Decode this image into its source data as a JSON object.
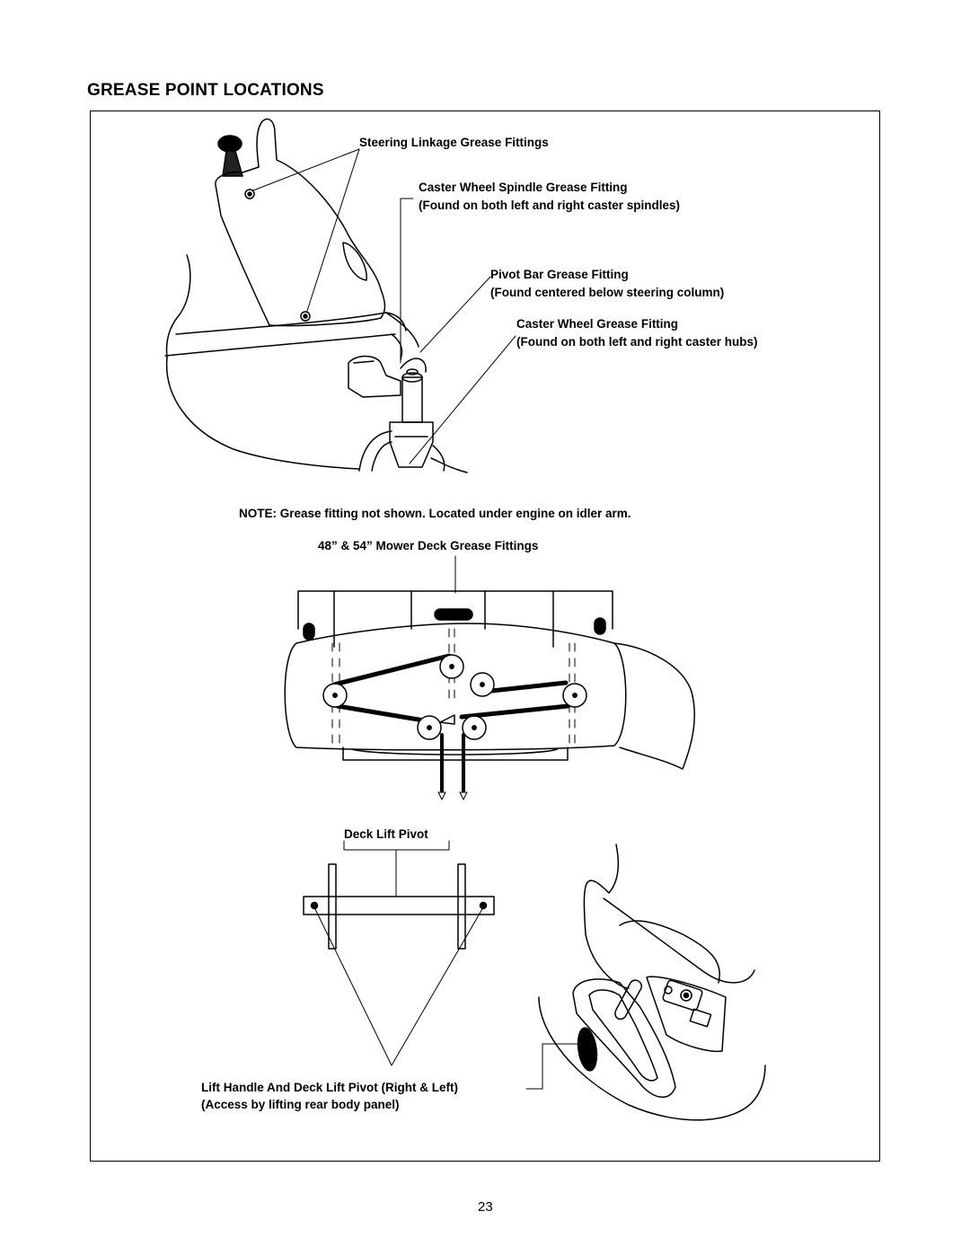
{
  "page": {
    "title": "GREASE POINT LOCATIONS",
    "page_number": "23"
  },
  "labels": {
    "steering_linkage": "Steering Linkage Grease Fittings",
    "caster_spindle": "Caster Wheel Spindle Grease Fitting",
    "caster_spindle_note": "(Found on both left and right caster spindles)",
    "pivot_bar": "Pivot Bar Grease Fitting",
    "pivot_bar_note": "(Found centered below steering column)",
    "caster_wheel": "Caster Wheel Grease Fitting",
    "caster_wheel_note": "(Found on both left and right caster hubs)",
    "engine_note": "NOTE: Grease fitting not shown. Located under engine on idler arm.",
    "mower_deck": "48” & 54” Mower Deck Grease Fittings",
    "deck_lift_pivot": "Deck Lift Pivot",
    "lift_handle": "Lift Handle And Deck Lift Pivot (Right & Left)",
    "lift_handle_note": "(Access by lifting rear body panel)"
  }
}
